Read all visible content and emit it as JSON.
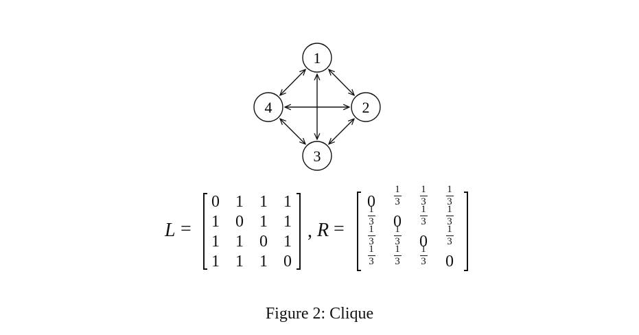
{
  "graph": {
    "nodes": [
      {
        "id": "1",
        "label": "1"
      },
      {
        "id": "2",
        "label": "2"
      },
      {
        "id": "3",
        "label": "3"
      },
      {
        "id": "4",
        "label": "4"
      }
    ],
    "edges": [
      {
        "from": "1",
        "to": "2",
        "directed": "both"
      },
      {
        "from": "2",
        "to": "3",
        "directed": "both"
      },
      {
        "from": "3",
        "to": "4",
        "directed": "both"
      },
      {
        "from": "4",
        "to": "1",
        "directed": "both"
      },
      {
        "from": "1",
        "to": "3",
        "directed": "both"
      },
      {
        "from": "2",
        "to": "4",
        "directed": "both"
      }
    ]
  },
  "equation": {
    "l_symbol": "L",
    "equals": "=",
    "separator": ",",
    "r_symbol": "R",
    "L": [
      [
        "0",
        "1",
        "1",
        "1"
      ],
      [
        "1",
        "0",
        "1",
        "1"
      ],
      [
        "1",
        "1",
        "0",
        "1"
      ],
      [
        "1",
        "1",
        "1",
        "0"
      ]
    ],
    "R": [
      [
        "0",
        "1/3",
        "1/3",
        "1/3"
      ],
      [
        "1/3",
        "0",
        "1/3",
        "1/3"
      ],
      [
        "1/3",
        "1/3",
        "0",
        "1/3"
      ],
      [
        "1/3",
        "1/3",
        "1/3",
        "0"
      ]
    ]
  },
  "caption": "Figure 2: Clique"
}
